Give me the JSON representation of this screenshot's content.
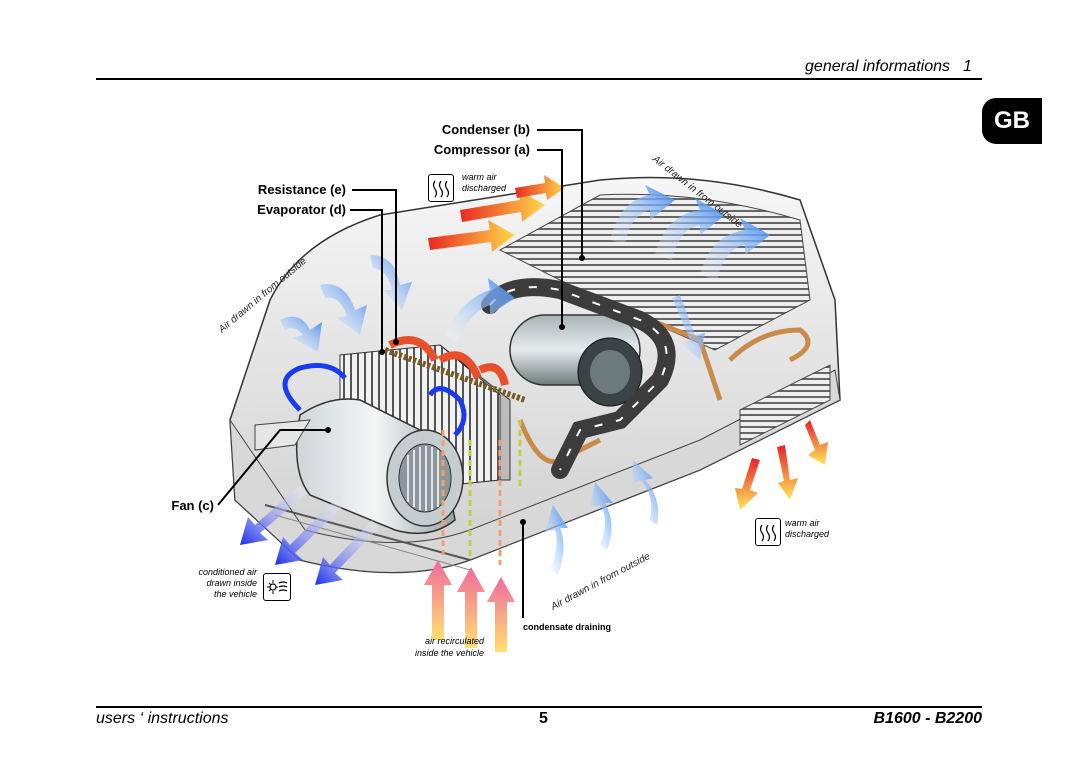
{
  "header": {
    "section_title": "general informations",
    "section_number": "1",
    "language_badge": "GB"
  },
  "callouts": {
    "condenser": "Condenser (b)",
    "compressor": "Compressor (a)",
    "resistance": "Resistance (e)",
    "evaporator": "Evaporator (d)",
    "fan": "Fan (c)",
    "condensate_draining": "condensate draining"
  },
  "airflow_labels": {
    "air_in_top_right": "Air drawn in from outside",
    "air_in_left": "Air drawn in from outside",
    "air_in_bottom": "Air drawn in from outside",
    "warm_air_top_line1": "warm air",
    "warm_air_top_line2": "discharged",
    "warm_air_right_line1": "warm air",
    "warm_air_right_line2": "discharged",
    "conditioned_air_line1": "conditioned air",
    "conditioned_air_line2": "drawn inside",
    "conditioned_air_line3": "the vehicle",
    "recirculated_line1": "air recirculated",
    "recirculated_line2": "inside the vehicle"
  },
  "footer": {
    "left": "users ‘ instructions",
    "page_number": "5",
    "model": "B1600 - B2200"
  },
  "icons": {
    "warm_air": "heat-waves-icon",
    "conditioned_air": "sun-wind-icon"
  },
  "colors": {
    "cold_air": "#5aa0ff",
    "recirculated_air": "#1030e0",
    "warm_air": "#e83020",
    "body_grey": "#e6e6e6"
  }
}
